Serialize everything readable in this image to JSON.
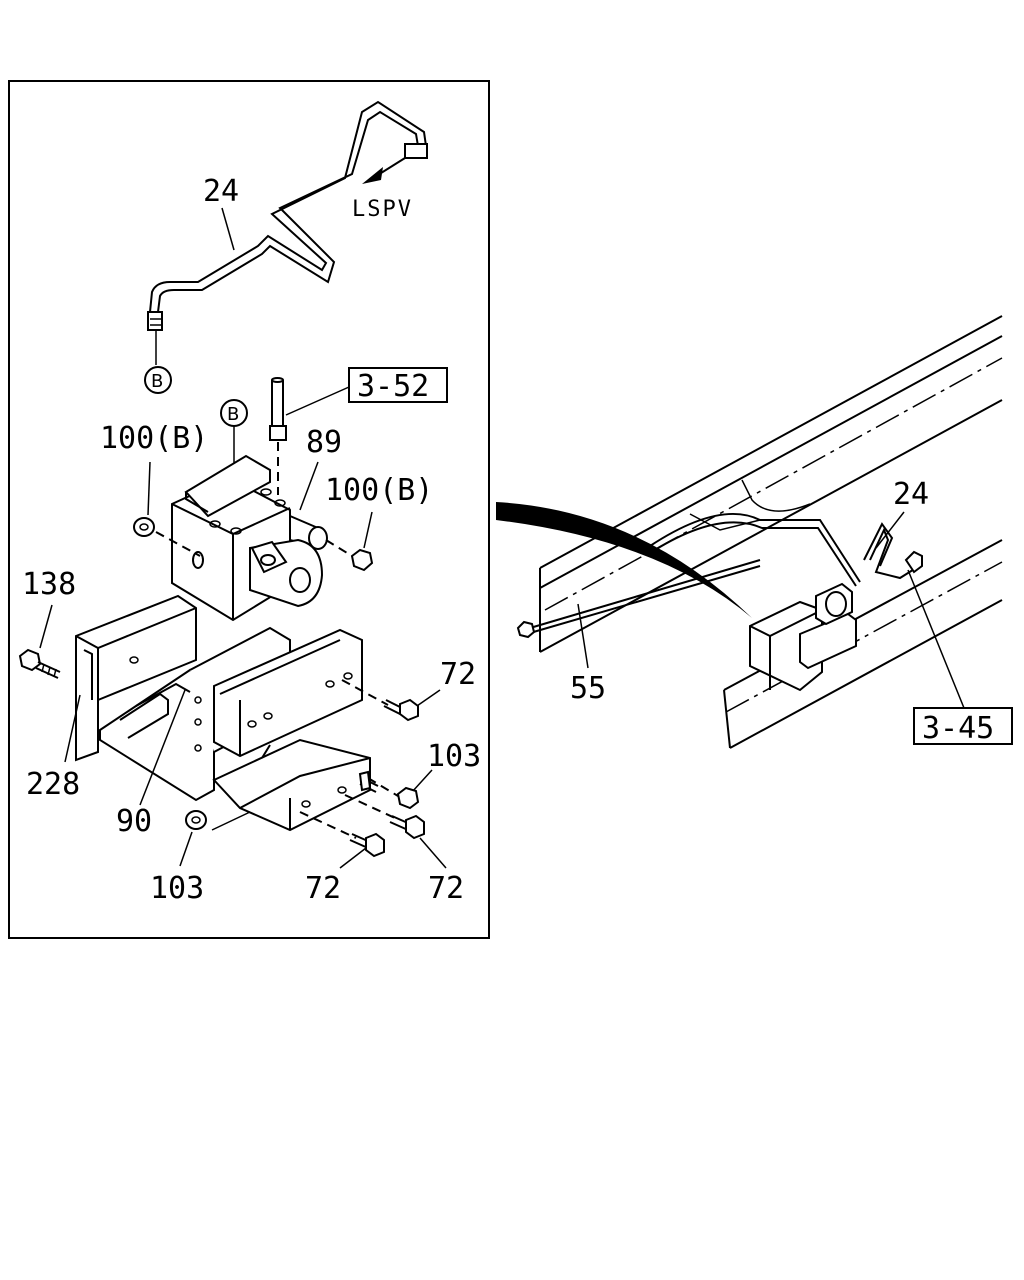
{
  "labels": {
    "pipe": "24",
    "lspv": "LSPV",
    "circle_b_top": "B",
    "circle_b_unit": "B",
    "ref_upper": "3-52",
    "nut_left": "100(B)",
    "connector": "89",
    "nut_right": "100(B)",
    "bolt_left": "138",
    "bolt_right_upper": "72",
    "nut_lower_right": "103",
    "cover": "228",
    "bracket": "90",
    "nut_lower_left": "103",
    "bolt_lower_mid": "72",
    "bolt_lower_right": "72",
    "frame_pipe": "24",
    "frame_harness": "55",
    "ref_lower": "3-45"
  }
}
